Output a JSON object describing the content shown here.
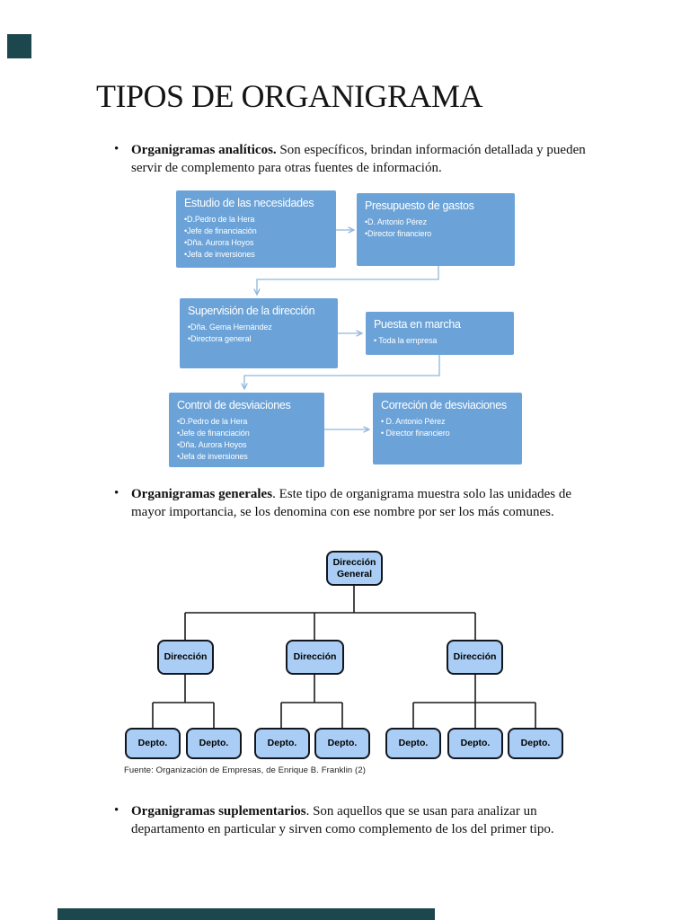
{
  "page": {
    "title": "TIPOS DE ORGANIGRAMA",
    "bullet_marker": "•"
  },
  "bullets": [
    {
      "bold": "Organigramas analíticos.",
      "rest": " Son específicos, brindan información detallada y pueden servir de complemento para otras fuentes de información."
    },
    {
      "bold": "Organigramas generales",
      "rest": ". Este tipo de organigrama muestra solo las unidades de mayor importancia, se los denomina con ese nombre por ser los más comunes."
    },
    {
      "bold": "Organigramas suplementarios",
      "rest": ". Son aquellos que se usan para analizar un departamento en particular y sirven como complemento de los del primer tipo."
    }
  ],
  "flowchart": {
    "box_fill": "#6BA3D8",
    "connector_color": "#8FB6DC",
    "boxes": [
      {
        "title": "Estudio de las necesidades",
        "items": [
          "•D.Pedro de la Hera",
          "•Jefe de financiación",
          "•Dña. Aurora Hoyos",
          "•Jefa de inversiones"
        ]
      },
      {
        "title": "Presupuesto de gastos",
        "items": [
          "•D. Antonio Pérez",
          "•Director financiero"
        ]
      },
      {
        "title": "Supervisión de la dirección",
        "items": [
          "•Dña. Gema Hernández",
          "•Directora general"
        ]
      },
      {
        "title": "Puesta en marcha",
        "items": [
          "• Toda la empresa"
        ]
      },
      {
        "title": "Control de desviaciones",
        "items": [
          "•D.Pedro de la Hera",
          "•Jefe de financiación",
          "•Dña. Aurora Hoyos",
          "•Jefa de inversiones"
        ]
      },
      {
        "title": "Correción de desviaciones",
        "items": [
          "• D. Antonio Pérez",
          "• Director financiero"
        ]
      }
    ]
  },
  "orgchart": {
    "box_fill": "#A9CDF4",
    "line_color": "#1a1a1a",
    "root_line1": "Dirección",
    "root_line2": "General",
    "direction_label": "Dirección",
    "dept_label": "Depto.",
    "caption": "Fuente: Organización de Empresas, de Enrique B. Franklin (2)"
  },
  "marks": {
    "color": "#1C474D"
  }
}
